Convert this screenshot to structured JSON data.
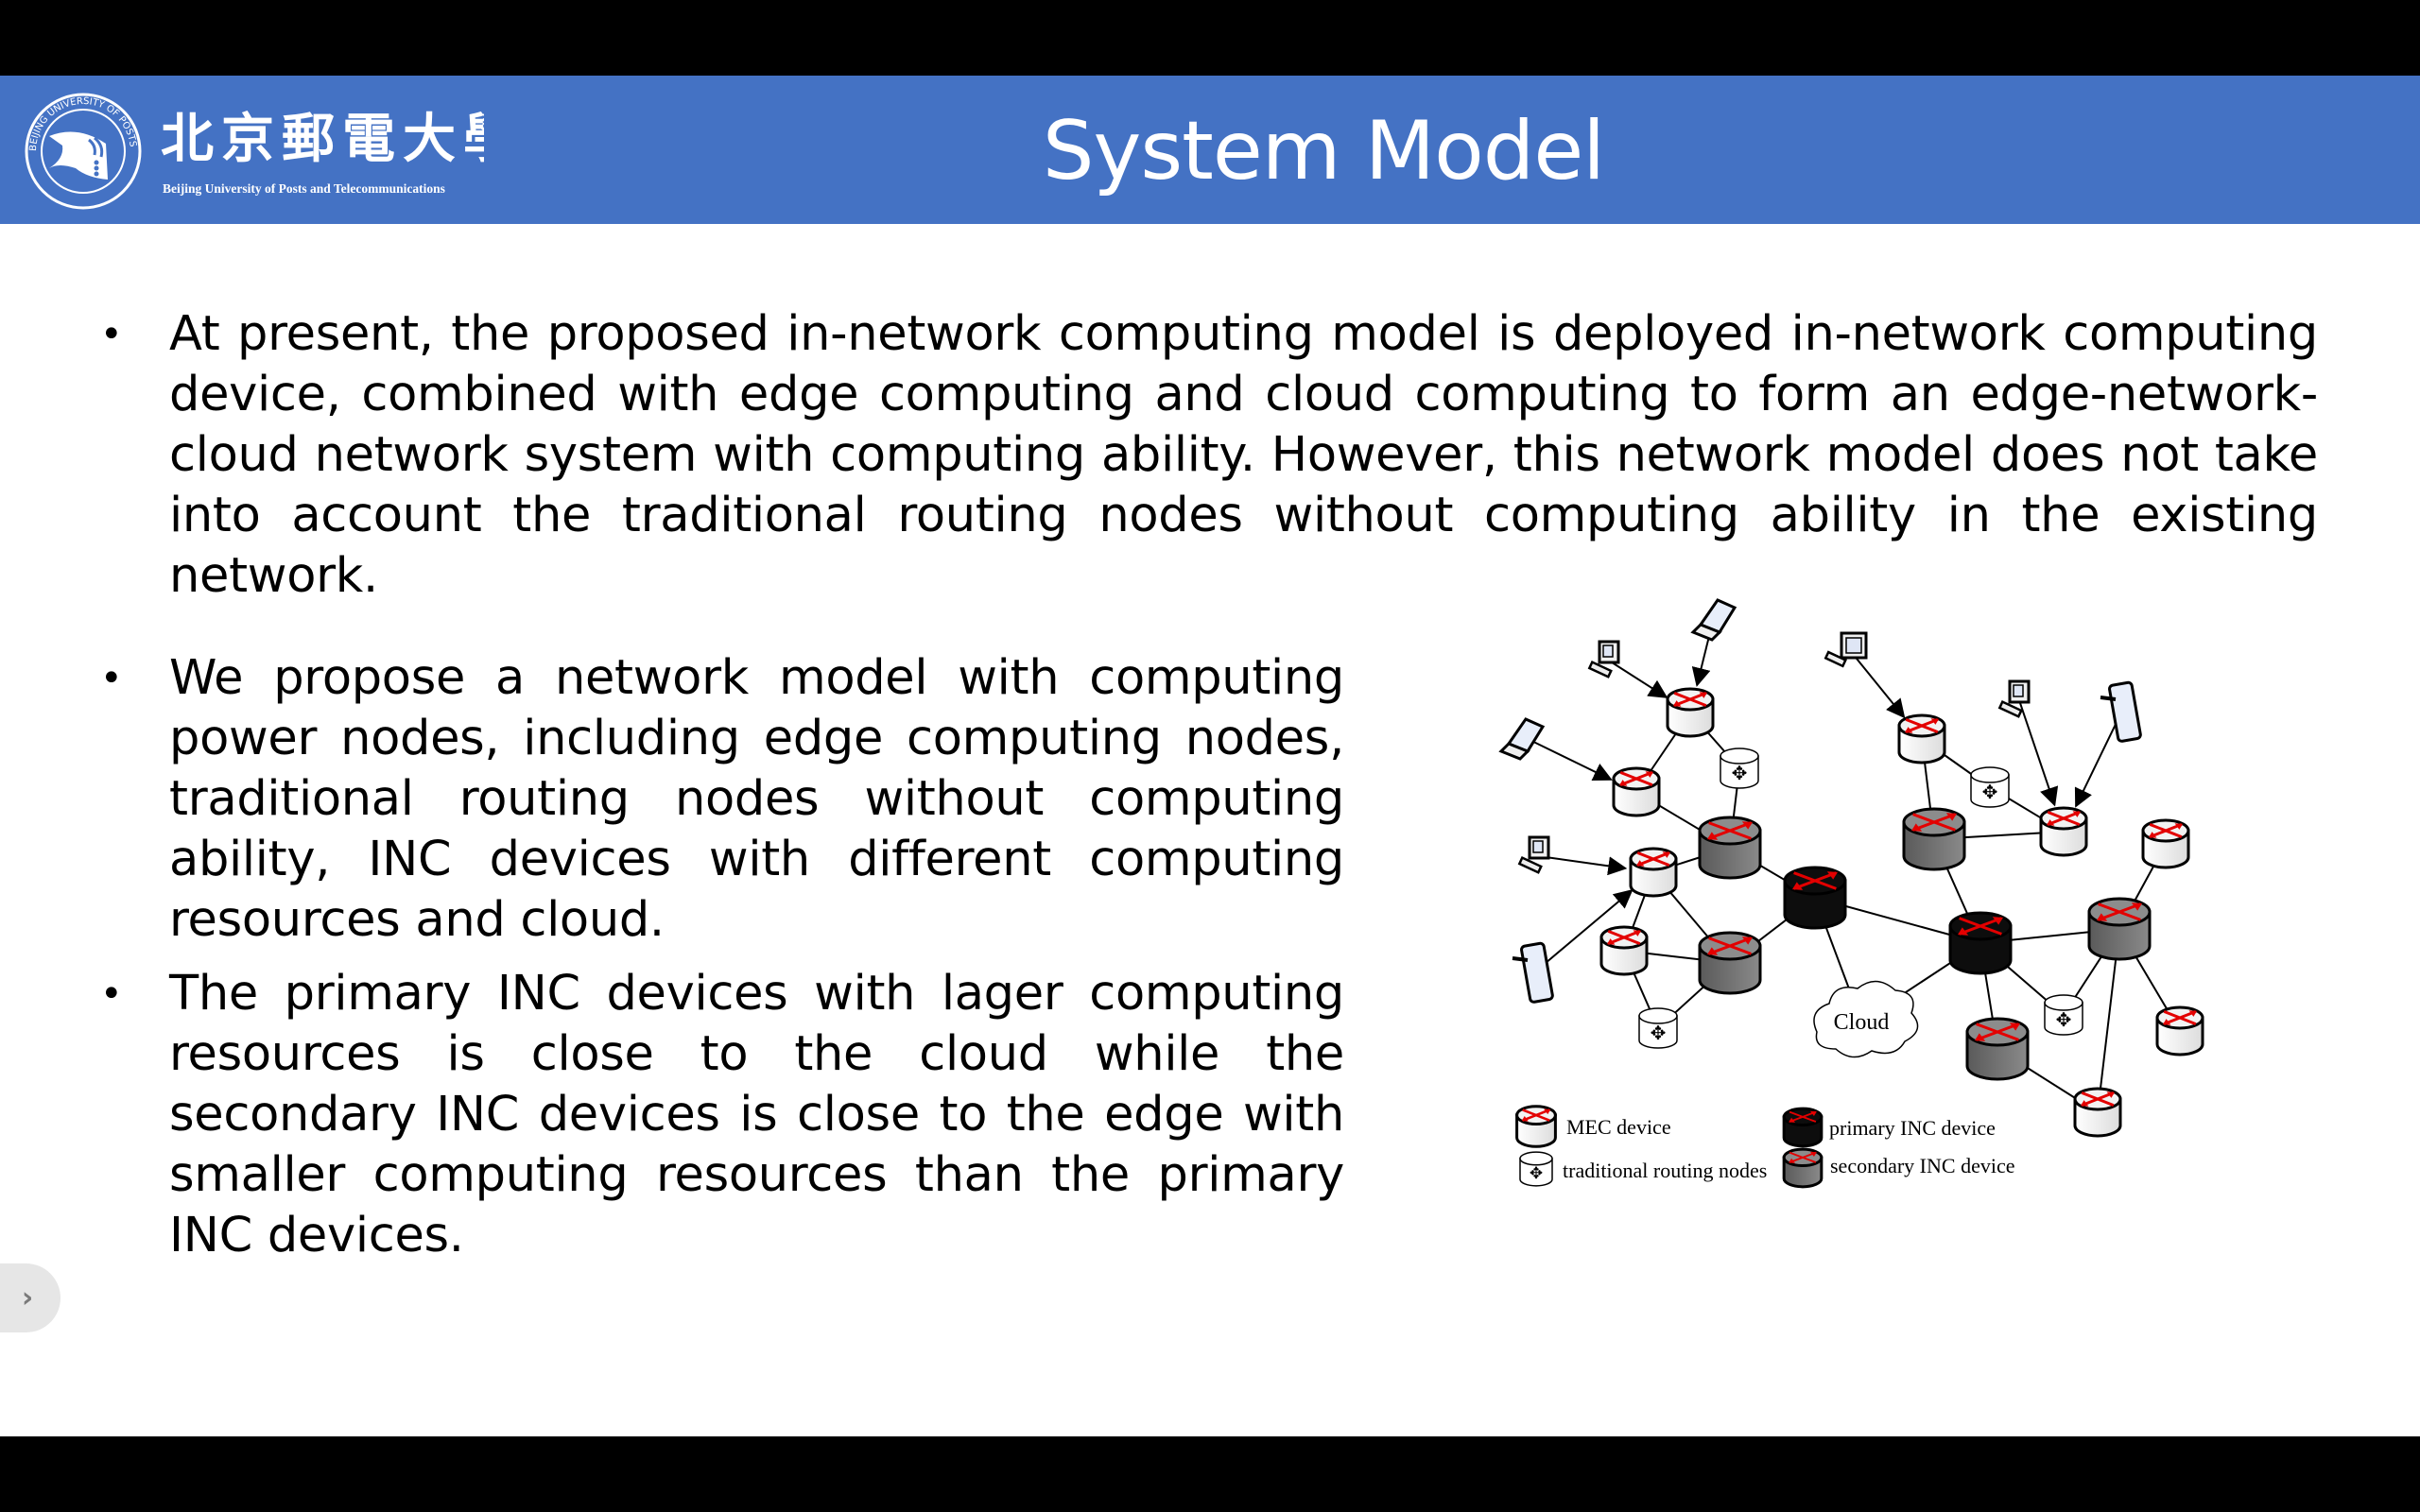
{
  "header": {
    "title": "System Model",
    "logo": {
      "name_cn": "北京郵電大學",
      "name_en": "Beijing University of Posts and Telecommunications",
      "seal_text": "BEIJING UNIVERSITY OF POSTS AND TELECOMMUNICATIONS",
      "seal_cn": "北京郵電大學"
    },
    "color": "#4472c4"
  },
  "bullets": [
    "At present, the proposed in-network computing model is deployed in-network computing device, combined with edge computing and cloud computing to form an edge-network-cloud network system with computing ability.  However, this network model does not take into account the traditional routing nodes without computing ability in the existing network.",
    "We propose a network model with computing power nodes, including edge computing nodes, traditional routing nodes without computing ability, INC devices with different computing resources and cloud.",
    "The primary INC devices with lager computing resources is close to the cloud while the secondary INC devices is close to the edge with smaller computing resources than the primary INC devices."
  ],
  "bullet_symbol": "•",
  "diagram": {
    "cloud_label": "Cloud",
    "legend": [
      {
        "type": "mec",
        "label": "MEC device"
      },
      {
        "type": "primary",
        "label": "primary INC device"
      },
      {
        "type": "traditional",
        "label": "traditional routing nodes"
      },
      {
        "type": "secondary",
        "label": "secondary INC device"
      }
    ],
    "colors": {
      "mec": "#f2f2f2",
      "primary": "#0d0d0d",
      "secondary": "#777777",
      "traditional": "#ffffff",
      "arrow": "#e30000"
    }
  },
  "nav": {
    "expand_icon": "chevron-right-icon",
    "expand_glyph": "›"
  }
}
